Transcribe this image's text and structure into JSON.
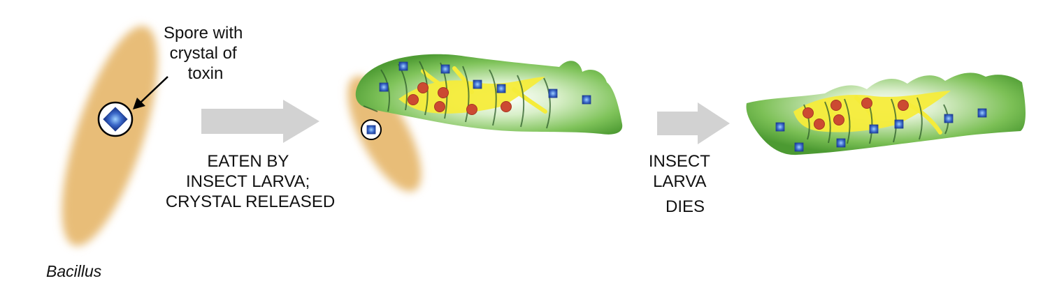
{
  "labels": {
    "bacillus": "Bacillus",
    "spore_callout": [
      "Spore with",
      "crystal of",
      "toxin"
    ],
    "step1": [
      "EATEN BY",
      "INSECT LARVA;",
      "CRYSTAL RELEASED"
    ],
    "step2": [
      "INSECT",
      "LARVA",
      "DIES"
    ]
  },
  "colors": {
    "bacillus": "#e8bd78",
    "larva_green": "#5aa83c",
    "larva_highlight": "#ffffff",
    "gut_yellow": "#f5ec3a",
    "toxin_red": "#cc4a32",
    "crystal_blue": "#2f57b8",
    "arrow_gray": "#d2d2d2",
    "text": "#111111"
  },
  "icons": {
    "spore": "spore-with-crystal-icon",
    "crystal": "toxin-crystal-icon",
    "arrow": "process-arrow-icon"
  }
}
